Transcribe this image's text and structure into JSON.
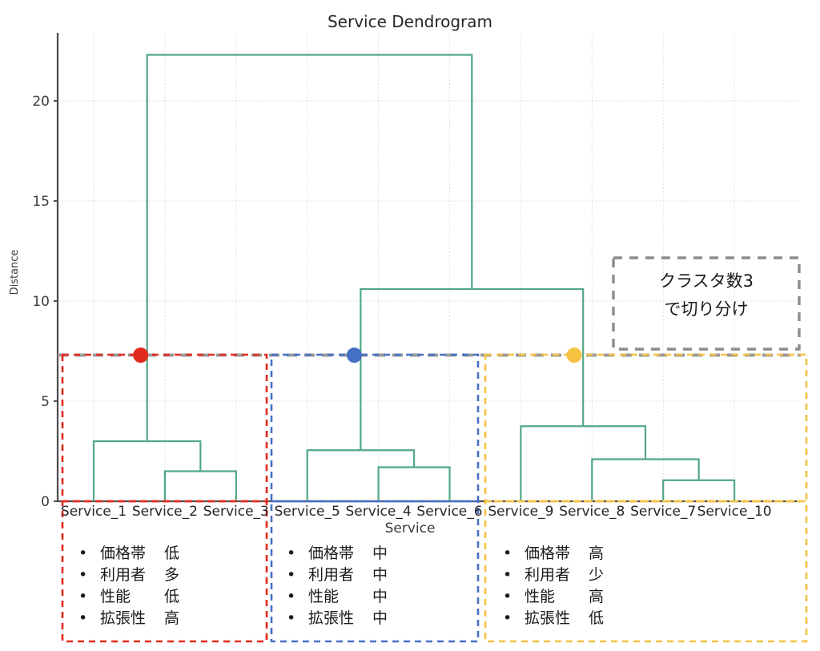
{
  "chart_data": {
    "type": "line",
    "title": "Service Dendrogram",
    "xlabel": "Service",
    "ylabel": "Distance",
    "ylim": [
      0,
      23.2
    ],
    "yticks": [
      0,
      5,
      10,
      15,
      20
    ],
    "ytick_labels": [
      "0",
      "5",
      "10",
      "15",
      "20"
    ],
    "grid": true,
    "leaf_order": [
      "Service_1",
      "Service_2",
      "Service_3",
      "Service_5",
      "Service_4",
      "Service_6",
      "Service_9",
      "Service_8",
      "Service_7",
      "Service_10"
    ],
    "link_color": "#52a886",
    "merges": [
      {
        "id": "m1",
        "left": "Service_2",
        "right": "Service_3",
        "height": 1.5
      },
      {
        "id": "m2",
        "left": "Service_7",
        "right": "Service_10",
        "height": 1.05
      },
      {
        "id": "m3",
        "left": "Service_4",
        "right": "Service_6",
        "height": 1.7
      },
      {
        "id": "m4",
        "left": "Service_8",
        "right": "m2",
        "height": 2.1
      },
      {
        "id": "m5",
        "left": "Service_5",
        "right": "m3",
        "height": 2.55
      },
      {
        "id": "m6",
        "left": "Service_1",
        "right": "m1",
        "height": 3.0
      },
      {
        "id": "m7",
        "left": "Service_9",
        "right": "m4",
        "height": 3.75
      },
      {
        "id": "m8",
        "left": "m5",
        "right": "m7",
        "height": 10.6
      },
      {
        "id": "m9",
        "left": "m6",
        "right": "m8",
        "height": 22.3
      }
    ],
    "cut_line": {
      "value": 7.3,
      "color": "#9a9a9a",
      "style": "dashed"
    },
    "cut_markers": [
      {
        "cluster": "red",
        "x_leaf_index": 0.66,
        "height": 7.3,
        "color": "#e32a1e"
      },
      {
        "cluster": "blue",
        "x_leaf_index": 3.66,
        "height": 7.3,
        "color": "#4470c4"
      },
      {
        "cluster": "orange",
        "x_leaf_index": 6.75,
        "height": 7.3,
        "color": "#f5c242"
      }
    ],
    "annotation": {
      "lines": [
        "クラスタ数3",
        "で切り分け"
      ],
      "border_color": "#8c8c8c",
      "style": "dashed"
    },
    "clusters": [
      {
        "name": "cluster-1",
        "color": "#e32a1e",
        "members": [
          "Service_1",
          "Service_2",
          "Service_3"
        ],
        "attributes": [
          {
            "key": "価格帯",
            "value": "低"
          },
          {
            "key": "利用者",
            "value": "多"
          },
          {
            "key": "性能",
            "value": "低"
          },
          {
            "key": "拡張性",
            "value": "高"
          }
        ]
      },
      {
        "name": "cluster-2",
        "color": "#4470c4",
        "members": [
          "Service_5",
          "Service_4",
          "Service_6"
        ],
        "attributes": [
          {
            "key": "価格帯",
            "value": "中"
          },
          {
            "key": "利用者",
            "value": "中"
          },
          {
            "key": "性能",
            "value": "中"
          },
          {
            "key": "拡張性",
            "value": "中"
          }
        ]
      },
      {
        "name": "cluster-3",
        "color": "#f5c242",
        "members": [
          "Service_9",
          "Service_8",
          "Service_7",
          "Service_10"
        ],
        "attributes": [
          {
            "key": "価格帯",
            "value": "高"
          },
          {
            "key": "利用者",
            "value": "少"
          },
          {
            "key": "性能",
            "value": "高"
          },
          {
            "key": "拡張性",
            "value": "低"
          }
        ]
      }
    ]
  }
}
